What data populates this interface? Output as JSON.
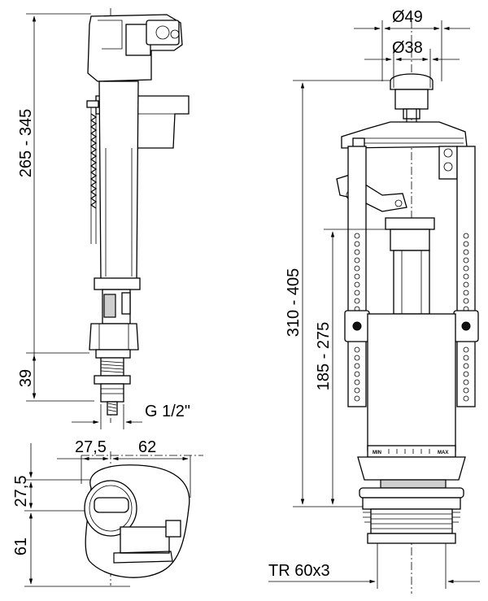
{
  "dimensions": {
    "fill_valve_height": "265 - 345",
    "thread_height": "39",
    "thread_size": "G 1/2\"",
    "top_offset": "27,5",
    "top_width": "62",
    "side_offset": "27,5",
    "side_depth": "61",
    "flush_height": "310 - 405",
    "float_height": "185 - 275",
    "button_diameter": "Ø49",
    "button_inner_diameter": "Ø38",
    "outlet_thread": "TR 60x3"
  },
  "scale_labels": {
    "min": "MIN",
    "max": "MAX"
  }
}
